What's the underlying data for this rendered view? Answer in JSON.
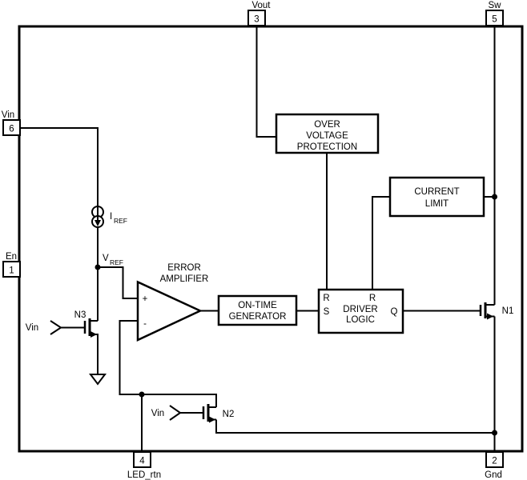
{
  "pins": {
    "vin": {
      "label": "Vin",
      "number": "6"
    },
    "en": {
      "label": "En",
      "number": "1"
    },
    "vout": {
      "label": "Vout",
      "number": "3"
    },
    "sw": {
      "label": "Sw",
      "number": "5"
    },
    "led_rtn": {
      "label": "LED_rtn",
      "number": "4"
    },
    "gnd": {
      "label": "Gnd",
      "number": "2"
    }
  },
  "blocks": {
    "over_voltage_protection": {
      "line1": "OVER",
      "line2": "VOLTAGE",
      "line3": "PROTECTION"
    },
    "current_limit": {
      "line1": "CURRENT",
      "line2": "LIMIT"
    },
    "on_time_generator": {
      "line1": "ON-TIME",
      "line2": "GENERATOR"
    },
    "driver_logic": {
      "line1": "DRIVER",
      "line2": "LOGIC",
      "port_r1": "R",
      "port_r2": "R",
      "port_s": "S",
      "port_q": "Q"
    }
  },
  "error_amplifier": {
    "line1": "ERROR",
    "line2": "AMPLIFIER",
    "plus": "+",
    "minus": "-"
  },
  "references": {
    "iref_base": "I",
    "iref_sub": "REF",
    "vref_base": "V",
    "vref_sub": "REF"
  },
  "transistors": {
    "n1": {
      "label": "N1"
    },
    "n2": {
      "label": "N2",
      "gate_signal": "Vin"
    },
    "n3": {
      "label": "N3",
      "gate_signal": "Vin"
    }
  },
  "colors": {
    "stroke": "#000000",
    "background": "#ffffff"
  }
}
